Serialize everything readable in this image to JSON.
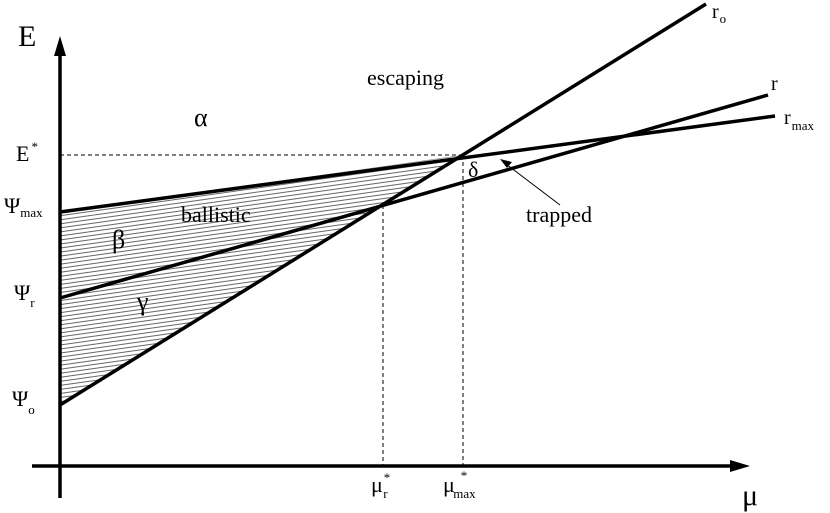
{
  "axes": {
    "y_label": "E",
    "x_label": "μ"
  },
  "y_ticks": [
    {
      "main": "E",
      "sup": "*",
      "sub": ""
    },
    {
      "main": "Ψ",
      "sup": "",
      "sub": "max"
    },
    {
      "main": "Ψ",
      "sup": "",
      "sub": "r"
    },
    {
      "main": "Ψ",
      "sup": "",
      "sub": "o"
    }
  ],
  "x_ticks": [
    {
      "main": "μ",
      "sup": "*",
      "sub": "r"
    },
    {
      "main": "μ",
      "sup": "*",
      "sub": "max"
    }
  ],
  "lines": [
    {
      "main": "r",
      "sub": "o"
    },
    {
      "main": "r",
      "sub": ""
    },
    {
      "main": "r",
      "sub": "max"
    }
  ],
  "regions": {
    "alpha": "α",
    "beta": "β",
    "gamma": "γ",
    "delta": "δ",
    "escaping": "escaping",
    "ballistic": "ballistic",
    "trapped": "trapped"
  },
  "colors": {
    "ink": "#000000",
    "hatch": "#000000",
    "background": "#ffffff"
  }
}
